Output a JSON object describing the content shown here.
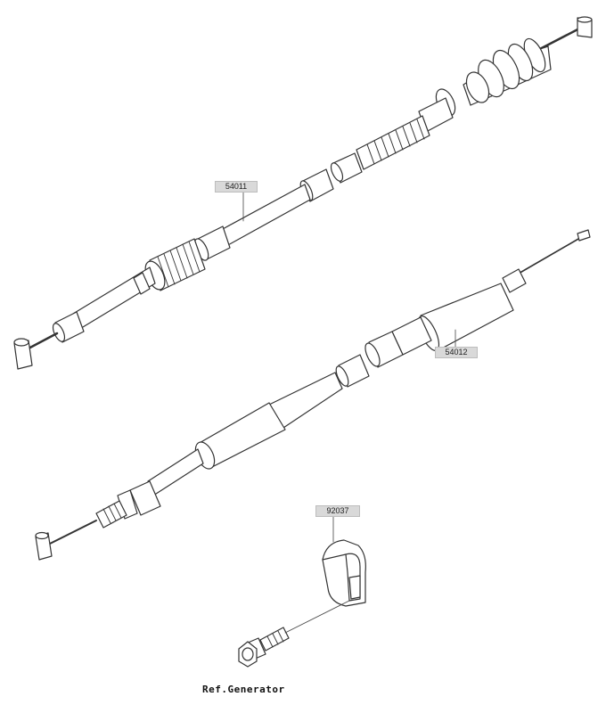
{
  "parts": {
    "clutch_cable": {
      "number": "54011"
    },
    "throttle_cable": {
      "number": "54012"
    },
    "clamp": {
      "number": "92037"
    }
  },
  "reference": {
    "label": "Ref.Generator"
  },
  "colors": {
    "line": "#333333",
    "tag_fill": "#d9d9d9",
    "background": "#ffffff"
  }
}
